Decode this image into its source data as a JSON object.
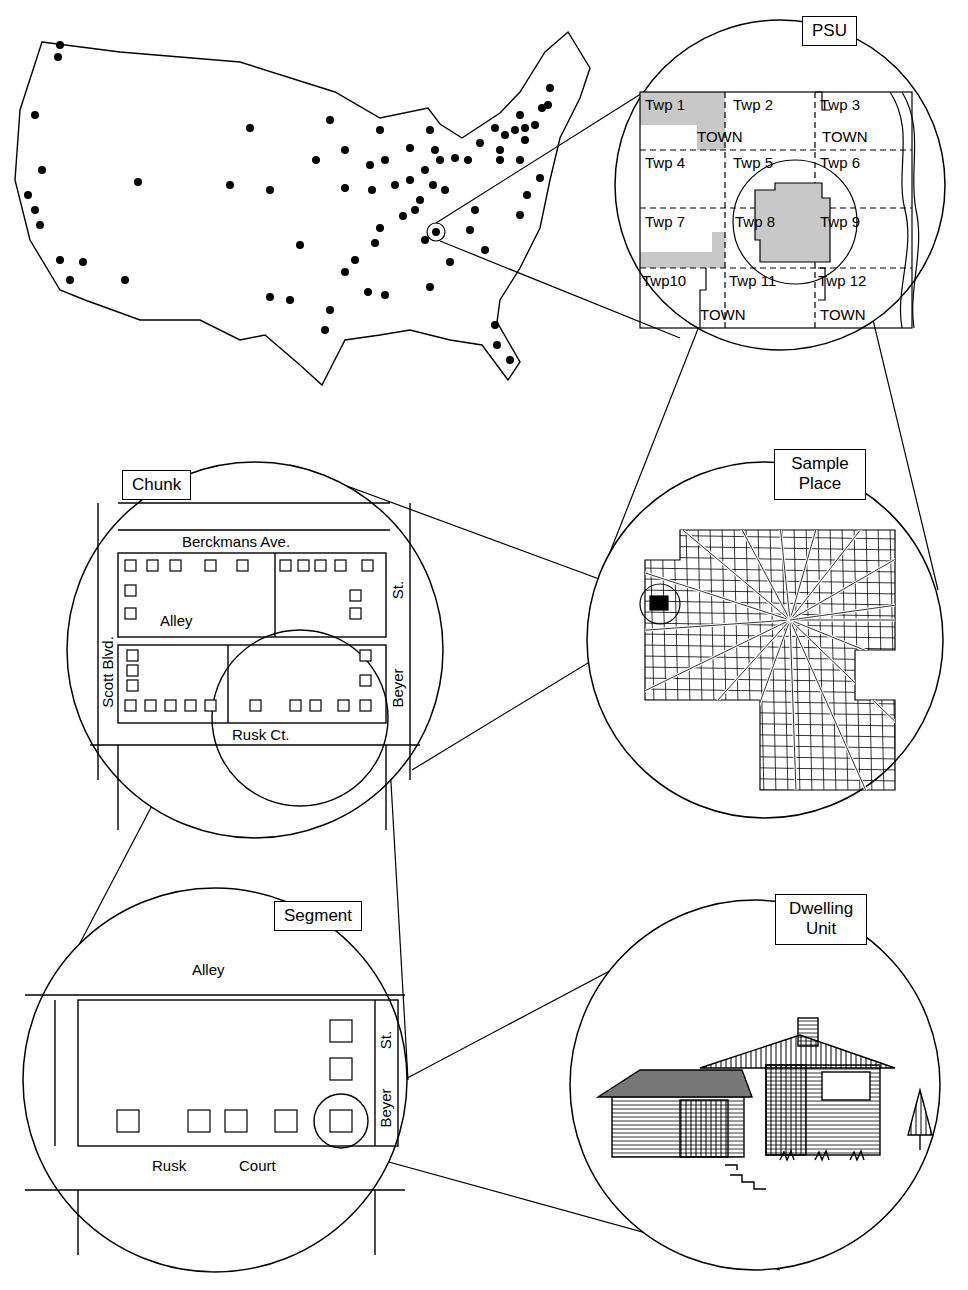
{
  "diagram": {
    "nodes": [
      {
        "text": [
          "PSU"
        ]
      },
      {
        "text": [
          "Sample Place"
        ]
      },
      {
        "text": [
          "Chunk"
        ]
      },
      {
        "text": [
          "Segment"
        ]
      },
      {
        "text": [
          "Dwelling Unit"
        ]
      }
    ],
    "labels": [
      "Twp 1",
      "Twp 2",
      "Twp 3",
      "TOWN",
      "TOWN",
      "Twp 4",
      "Twp 5",
      "Twp 6",
      "Twp 7",
      "Twp 8",
      "Twp 9",
      "Twp10",
      "Twp 11",
      "Twp 12",
      "TOWN",
      "TOWN",
      "Berckmans Ave.",
      "Alley",
      "Scott Blvd.",
      "St.",
      "Beyer",
      "Rusk Ct.",
      "Alley",
      "St.",
      "Beyer",
      "Rusk",
      "Court"
    ]
  }
}
